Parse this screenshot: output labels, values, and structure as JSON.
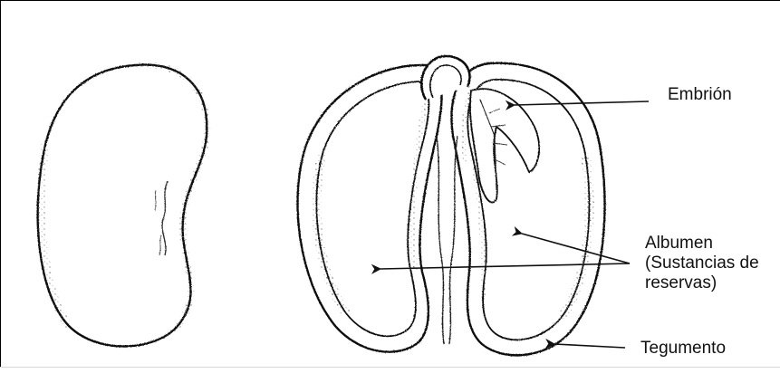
{
  "labels": {
    "embrion": "Embrión",
    "albumen": {
      "line1": "Albumen",
      "line2": "(Sustancias de",
      "line3": "reservas)"
    },
    "tegumento": "Tegumento"
  },
  "colors": {
    "ink": "#111111",
    "background": "#ffffff",
    "stipple": "#6a6a6a"
  }
}
